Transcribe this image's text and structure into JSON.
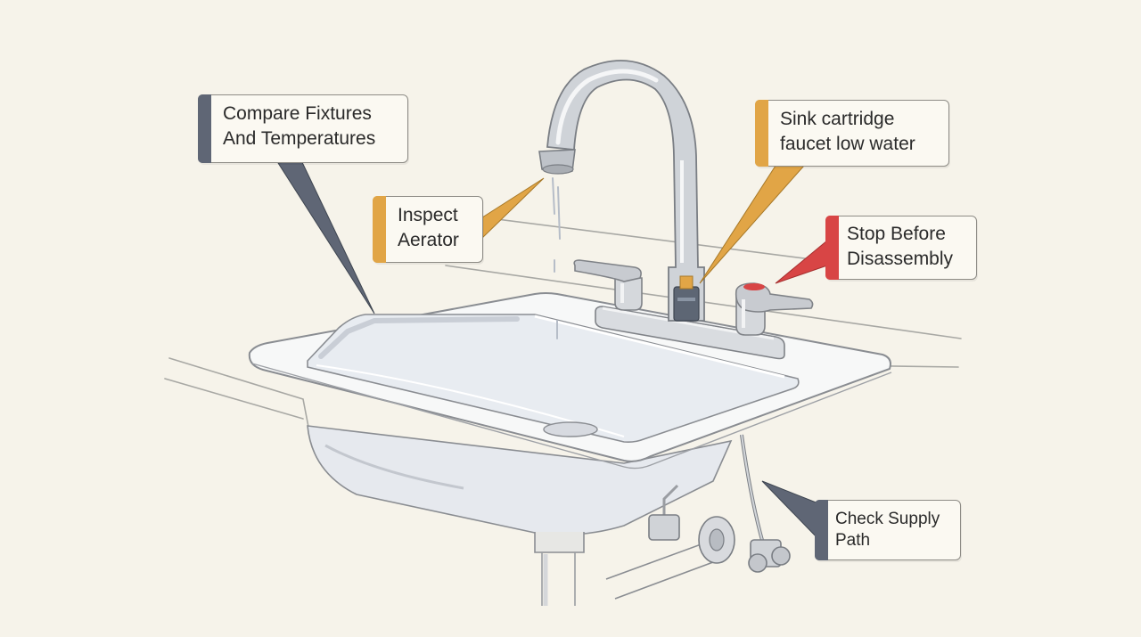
{
  "colors": {
    "background": "#f6f3ea",
    "slate_accent": "#5f6675",
    "amber_accent": "#e1a546",
    "red_accent": "#d84545",
    "outline": "#8e8c86"
  },
  "callouts": {
    "compare": {
      "accent": "slate",
      "lines": [
        "Compare Fixtures",
        "And Temperatures"
      ]
    },
    "aerator": {
      "accent": "amber",
      "lines": [
        "Inspect",
        "Aerator"
      ]
    },
    "cartridge": {
      "accent": "amber",
      "lines": [
        "Sink cartridge",
        "faucet low water"
      ]
    },
    "stop": {
      "accent": "red",
      "lines": [
        "Stop Before",
        "Disassembly"
      ]
    },
    "supply": {
      "accent": "slate",
      "lines": [
        "Check Supply",
        "Path"
      ]
    }
  }
}
